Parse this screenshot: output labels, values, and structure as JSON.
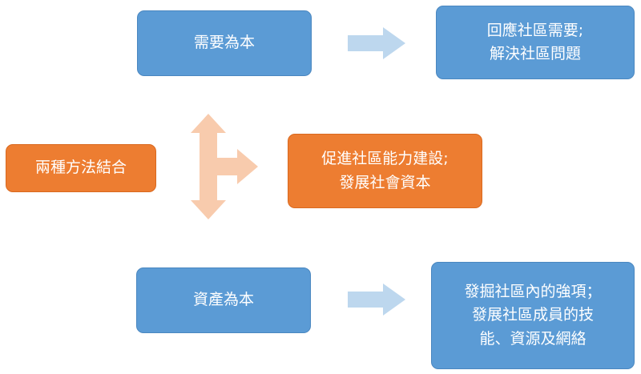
{
  "diagram": {
    "top_left": "需要為本",
    "top_right_line1": "回應社區需要;",
    "top_right_line2": "解決社區問題",
    "middle_left": "兩種方法結合",
    "middle_center_line1": "促進社區能力建設;",
    "middle_center_line2": "發展社會資本",
    "bottom_left": "資產為本",
    "bottom_right_line1": "發掘社區內的強項；",
    "bottom_right_line2": "發展社區成員的技",
    "bottom_right_line3": "能、資源及網絡"
  },
  "colors": {
    "blue_box": "#5b9bd5",
    "orange_box": "#ed7d31",
    "light_blue_arrow": "#bdd7ee",
    "light_orange_arrow": "#f8cbad"
  }
}
